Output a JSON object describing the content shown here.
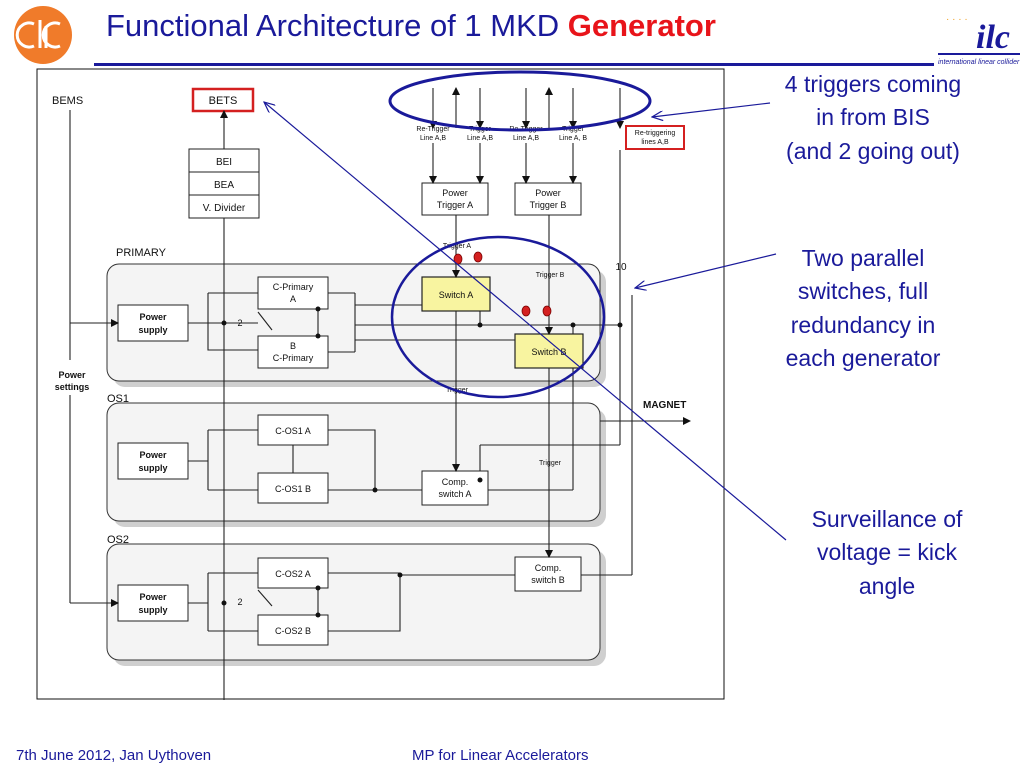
{
  "slide": {
    "title_main": "Functional Architecture of 1 MKD ",
    "title_highlight": "Generator",
    "logo_left_text": "CLIC",
    "logo_right_text": "ilc",
    "logo_right_sub": "international linear collider",
    "footer_left": "7th June 2012, Jan Uythoven",
    "footer_center": "MP for Linear Accelerators"
  },
  "annotations": {
    "triggers_1": "4 triggers coming",
    "triggers_2": "in from BIS",
    "triggers_3": "(and 2 going out)",
    "switches_1": "Two parallel",
    "switches_2": "switches, full",
    "switches_3": "redundancy in",
    "switches_4": "each generator",
    "surv_1": "Surveillance of",
    "surv_2": "voltage = kick",
    "surv_3": "angle"
  },
  "diagram": {
    "bems": "BEMS",
    "bets": "BETS",
    "bei": "BEI",
    "bea": "BEA",
    "vdivider": "V. Divider",
    "power_settings_1": "Power",
    "power_settings_2": "settings",
    "primary": "PRIMARY",
    "os1": "OS1",
    "os2": "OS2",
    "power_supply_1": "Power",
    "power_supply_2": "supply",
    "cprimary_a_1": "C-Primary",
    "cprimary_a_2": "A",
    "cprimary_b_1": "B",
    "cprimary_b_2": "C-Primary",
    "two": "2",
    "ten": "10",
    "cos1a": "C-OS1 A",
    "cos1b": "C-OS1 B",
    "cos2a": "C-OS2 A",
    "cos2b": "C-OS2 B",
    "switch_a": "Switch A",
    "switch_b": "Switch B",
    "power_trigger_a_1": "Power",
    "power_trigger_a_2": "Trigger A",
    "power_trigger_b_1": "Power",
    "power_trigger_b_2": "Trigger B",
    "comp_a_1": "Comp.",
    "comp_a_2": "switch A",
    "comp_b_1": "Comp.",
    "comp_b_2": "switch B",
    "retrigger_1": "Re-Trigger",
    "retrigger_2": "Line A,B",
    "trigger_line_1": "Trigger",
    "trigger_line_2": "Line A,B",
    "trigger_ab_1": "Trigger",
    "trigger_ab_2": "Line A, B",
    "retriggering_1": "Re-triggering",
    "retriggering_2": "lines A,B",
    "trigger_a": "Trigger A",
    "trigger_b": "Trigger B",
    "trigger": "Trigger",
    "magnet": "MAGNET"
  }
}
